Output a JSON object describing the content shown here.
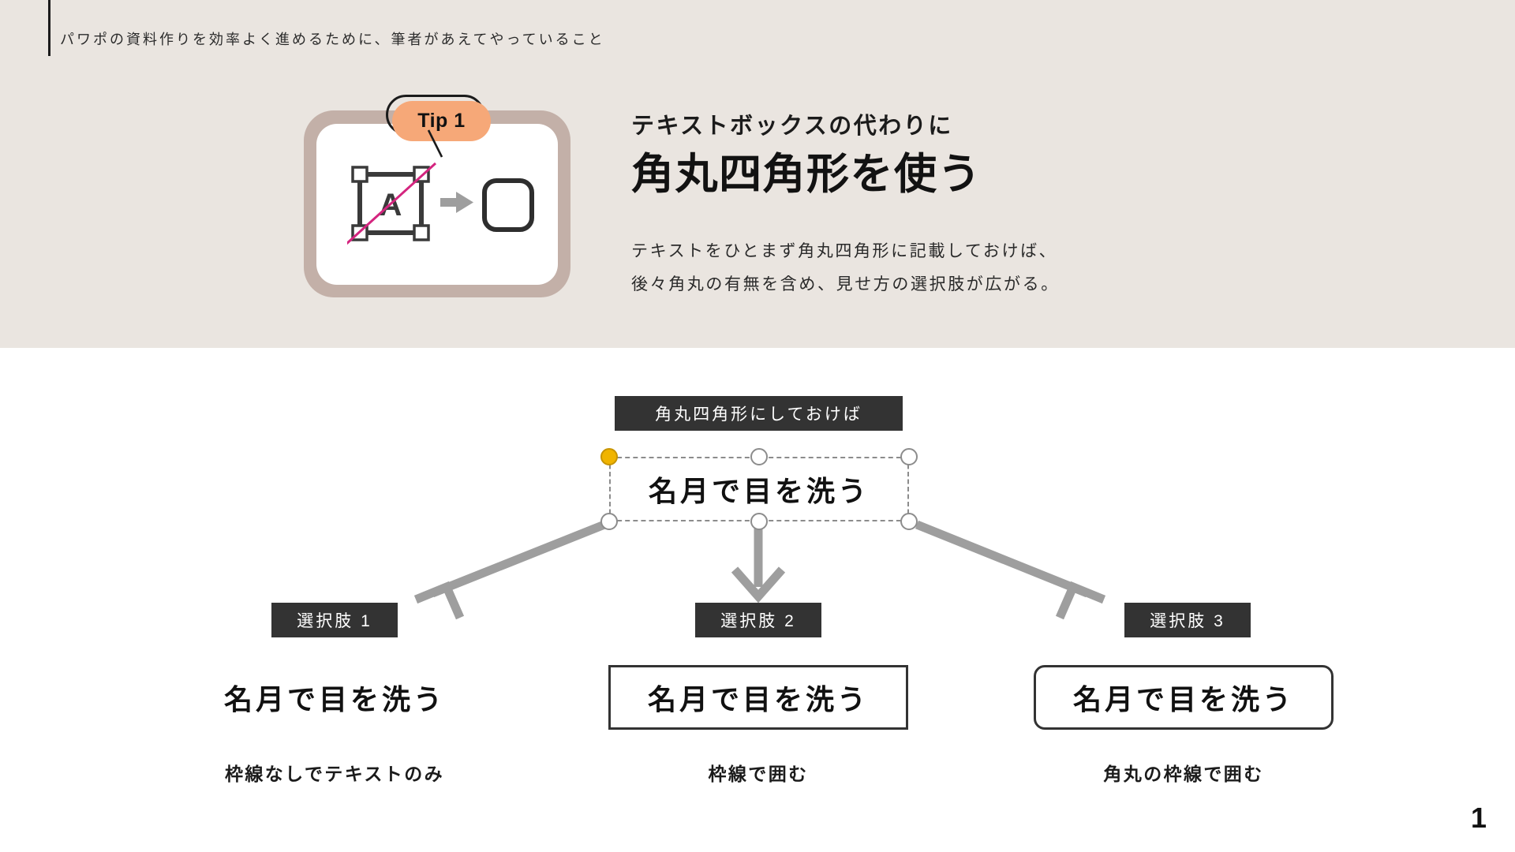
{
  "slide": {
    "kicker": "パワポの資料作りを効率よく進めるために、筆者があえてやっていること",
    "page_number": "1",
    "colors": {
      "band_background": "#eae5e0",
      "page_background": "#ffffff",
      "card_frame": "#c3b0a8",
      "tip_badge": "#f6a878",
      "highlight": "#ffc60b",
      "tag_background": "#333333",
      "arrow": "#9e9e9e",
      "handle_active": "#f0b400",
      "strike_through": "#d4257f",
      "ink": "#111111"
    }
  },
  "tip": {
    "badge_label": "Tip 1",
    "illustration": {
      "textbox_letter": "A",
      "transition_icon": "arrow-right-icon",
      "strike_icon": "strikethrough-icon",
      "result_icon": "rounded-rectangle-icon"
    }
  },
  "headline": {
    "kicker": "テキストボックスの代わりに",
    "highlighted": "角丸四角形",
    "rest": "を使う",
    "description_line1": "テキストをひとまず角丸四角形に記載しておけば、",
    "description_line2": "後々角丸の有無を含め、見せ方の選択肢が広がる。"
  },
  "diagram": {
    "source_tag": "角丸四角形にしておけば",
    "source_text": "名月で目を洗う",
    "options": [
      {
        "tag": "選択肢 1",
        "sample_text": "名月で目を洗う",
        "caption": "枠線なしでテキストのみ",
        "border_style": "none"
      },
      {
        "tag": "選択肢 2",
        "sample_text": "名月で目を洗う",
        "caption": "枠線で囲む",
        "border_style": "square"
      },
      {
        "tag": "選択肢 3",
        "sample_text": "名月で目を洗う",
        "caption": "角丸の枠線で囲む",
        "border_style": "rounded"
      }
    ]
  }
}
